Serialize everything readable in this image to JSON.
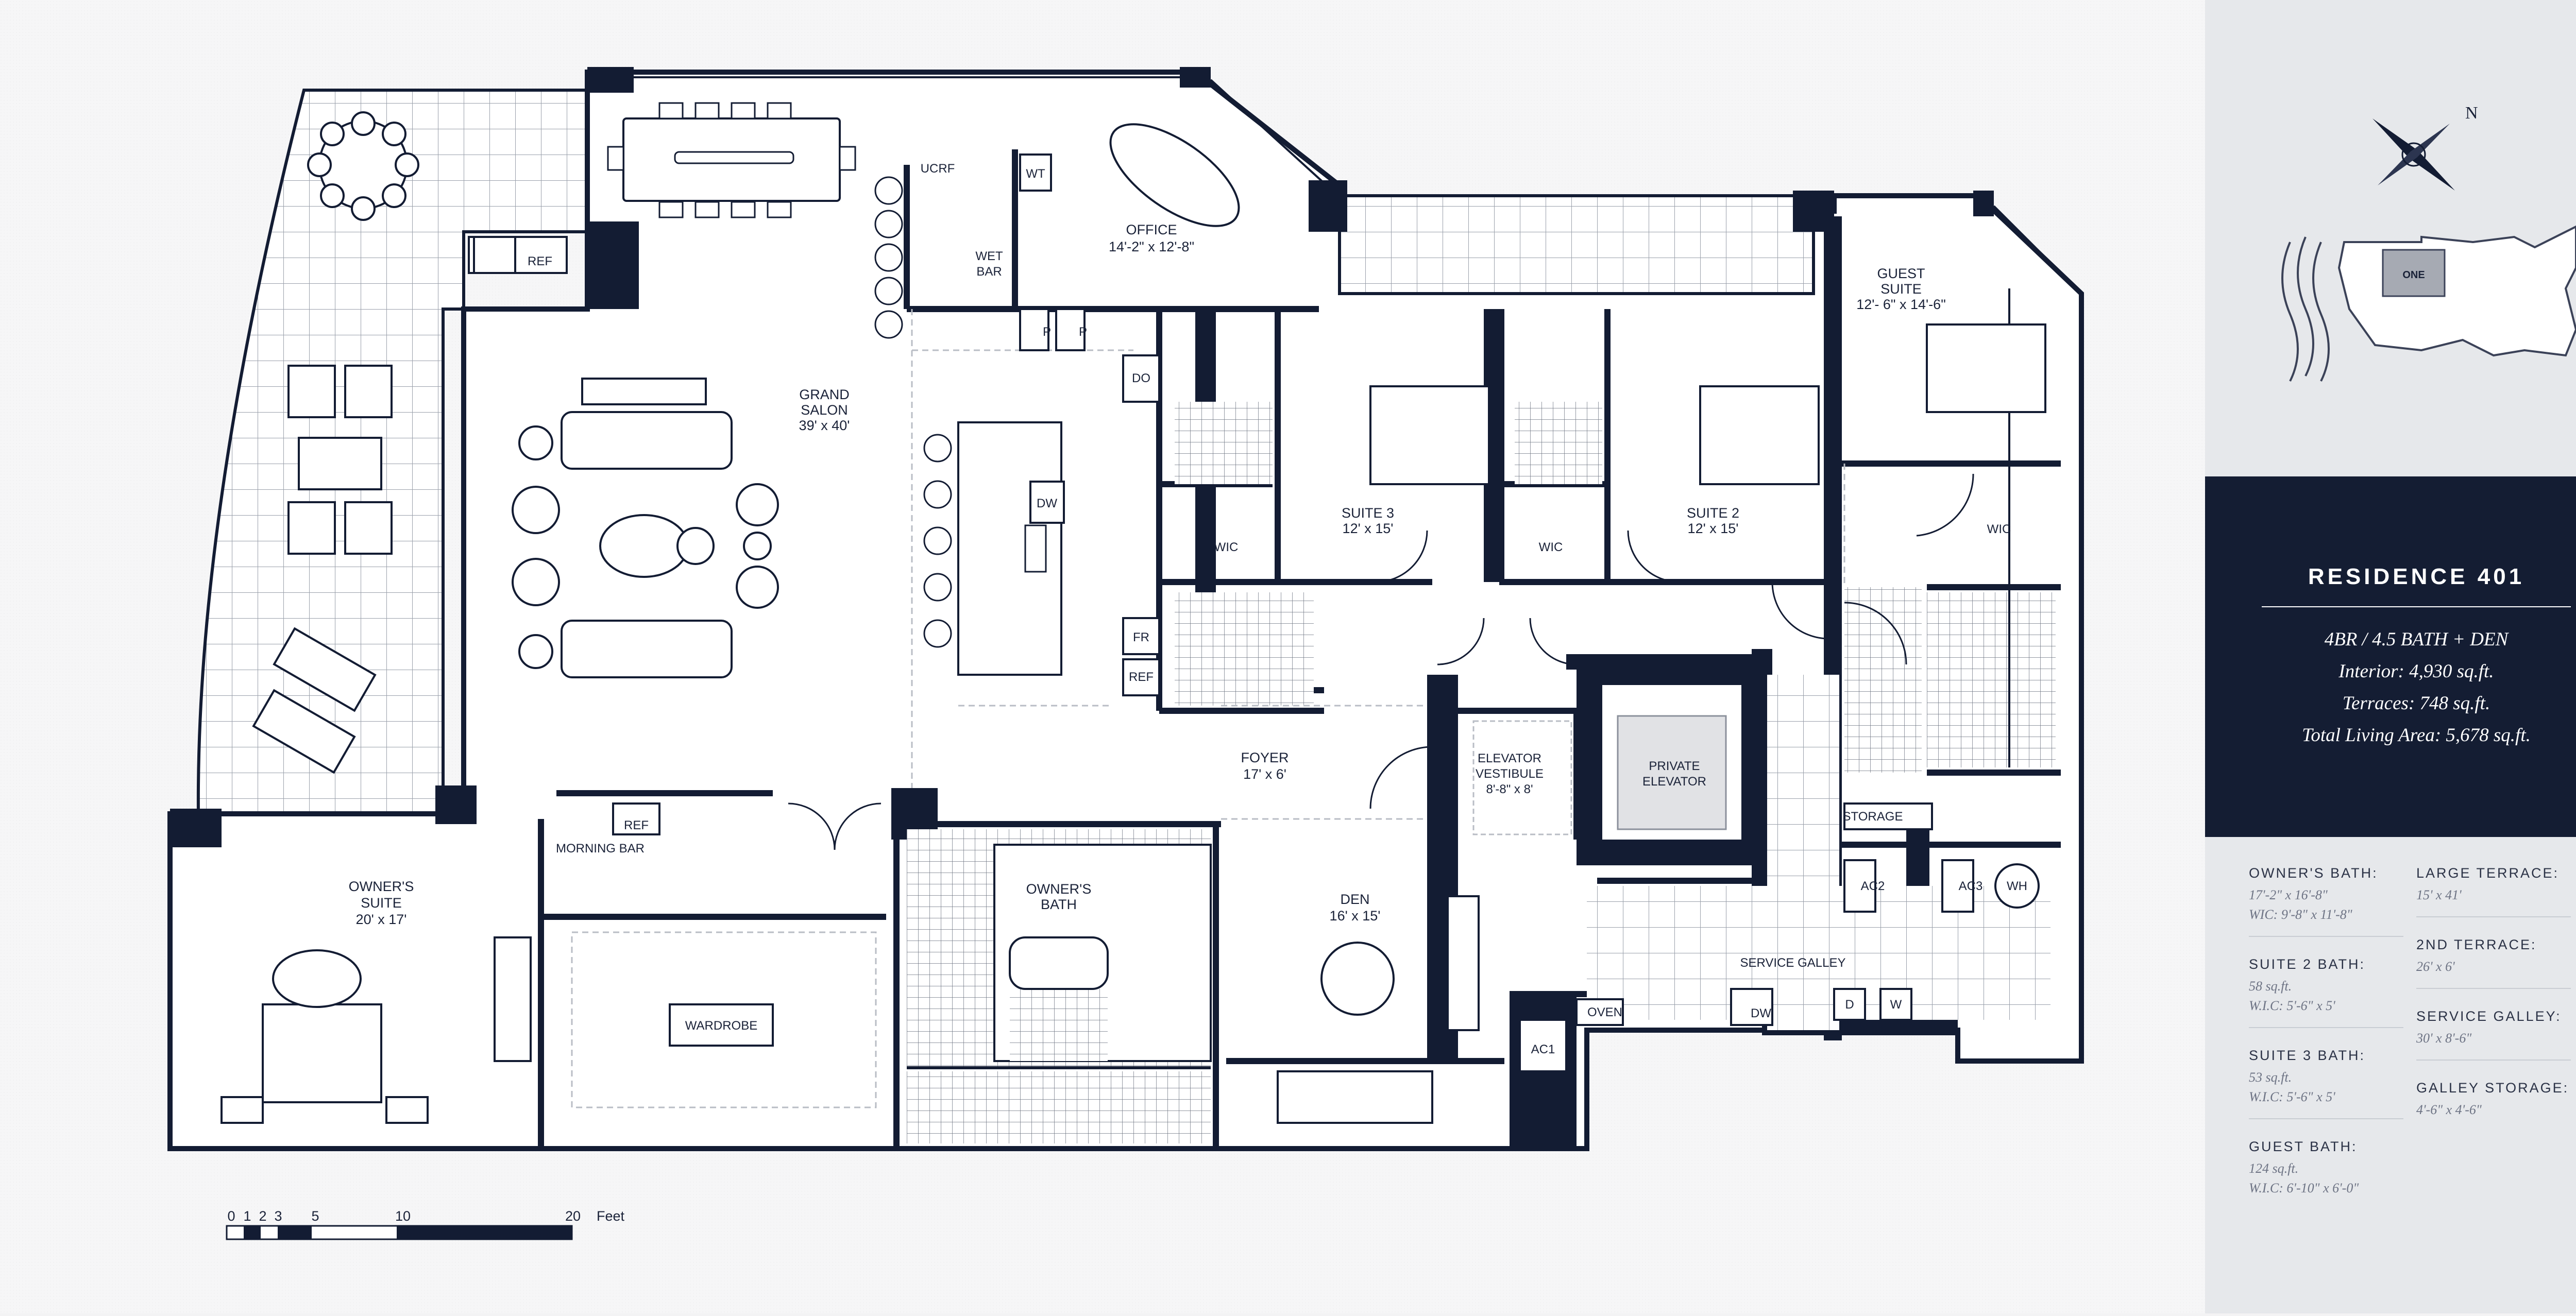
{
  "residence": {
    "title": "RESIDENCE 401",
    "lines": [
      "4BR / 4.5 BATH + DEN",
      "Interior: 4,930 sq.ft.",
      "Terraces: 748 sq.ft.",
      "Total Living Area: 5,678 sq.ft."
    ]
  },
  "keyplan": {
    "label": "ONE",
    "north": "N"
  },
  "stats_left": [
    {
      "heading": "OWNER'S BATH:",
      "lines": [
        "17'-2\" x 16'-8\"",
        "WIC: 9'-8\" x 11'-8\""
      ]
    },
    {
      "heading": "SUITE 2 BATH:",
      "lines": [
        "58 sq.ft.",
        "W.I.C: 5'-6\" x 5'"
      ]
    },
    {
      "heading": "SUITE 3 BATH:",
      "lines": [
        "53 sq.ft.",
        "W.I.C: 5'-6\" x 5'"
      ]
    },
    {
      "heading": "GUEST BATH:",
      "lines": [
        "124 sq.ft.",
        "W.I.C: 6'-10\" x 6'-0\""
      ]
    }
  ],
  "stats_right": [
    {
      "heading": "LARGE TERRACE:",
      "lines": [
        "15' x 41'"
      ]
    },
    {
      "heading": "2ND TERRACE:",
      "lines": [
        "26' x 6'"
      ]
    },
    {
      "heading": "SERVICE GALLEY:",
      "lines": [
        "30' x 8'-6\""
      ]
    },
    {
      "heading": "GALLEY STORAGE:",
      "lines": [
        "4'-6\" x 4'-6\""
      ]
    }
  ],
  "rooms": {
    "grand_salon": [
      "GRAND",
      "SALON",
      "39' x 40'"
    ],
    "office": [
      "OFFICE",
      "14'-2\" x 12'-8\""
    ],
    "wet_bar": [
      "WET",
      "BAR"
    ],
    "ucrf": "UCRF",
    "wt": "WT",
    "guest_suite": [
      "GUEST",
      "SUITE",
      "12'- 6\" x 14'-6\""
    ],
    "suite3": [
      "SUITE 3",
      "12' x 15'"
    ],
    "suite2": [
      "SUITE 2",
      "12' x 15'"
    ],
    "wic": "WIC",
    "foyer": [
      "FOYER",
      "17' x 6'"
    ],
    "elevator_vestibule": [
      "ELEVATOR",
      "VESTIBULE",
      "8'-8\" x 8'"
    ],
    "private_elevator": [
      "PRIVATE",
      "ELEVATOR"
    ],
    "storage": "STORAGE",
    "owners_suite": [
      "OWNER'S",
      "SUITE",
      "20' x 17'"
    ],
    "morning_bar": "MORNING BAR",
    "owners_bath": [
      "OWNER'S",
      "BATH"
    ],
    "den": [
      "DEN",
      "16' x 15'"
    ],
    "wardrobe": "WARDROBE",
    "service_galley": "SERVICE GALLEY",
    "appliances": {
      "ref": "REF",
      "do": "DO",
      "dw": "DW",
      "fr": "FR",
      "p": "P",
      "oven": "OVEN",
      "d": "D",
      "w": "W",
      "ac1": "AC1",
      "ac2": "AC2",
      "ac3": "AC3",
      "wh": "WH"
    }
  },
  "scale": {
    "ticks": [
      "0",
      "1",
      "2",
      "3",
      "5",
      "10",
      "20"
    ],
    "unit": "Feet"
  },
  "colors": {
    "wall": "#131c33",
    "accent": "#141d33",
    "floor": "#ffffff",
    "tile_line": "#9aa0ab"
  }
}
